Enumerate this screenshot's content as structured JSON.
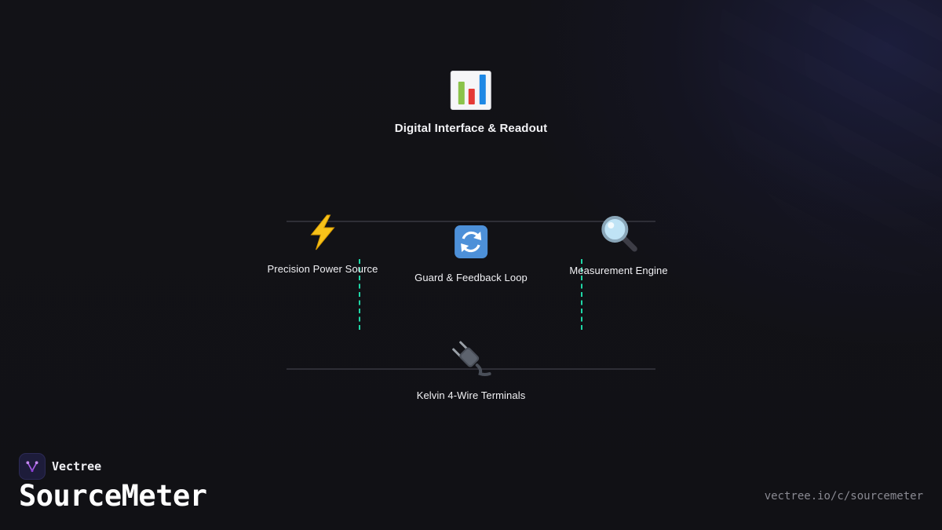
{
  "diagram": {
    "nodes": {
      "digital_interface": {
        "label": "Digital Interface & Readout",
        "icon": "bar-chart-icon"
      },
      "power_source": {
        "label": "Precision Power Source",
        "icon": "lightning-icon"
      },
      "guard_loop": {
        "label": "Guard & Feedback Loop",
        "icon": "refresh-cycle-icon"
      },
      "measurement": {
        "label": "Measurement Engine",
        "icon": "magnifier-icon"
      },
      "terminals": {
        "label": "Kelvin 4-Wire Terminals",
        "icon": "plug-icon"
      }
    },
    "connector_color": "#1fd6a6"
  },
  "footer": {
    "brand": "Vectree",
    "title": "SourceMeter",
    "url": "vectree.io/c/sourcemeter"
  },
  "colors": {
    "background": "#111116",
    "accent": "#1fd6a6",
    "brand_purple": "#9b5de5"
  }
}
